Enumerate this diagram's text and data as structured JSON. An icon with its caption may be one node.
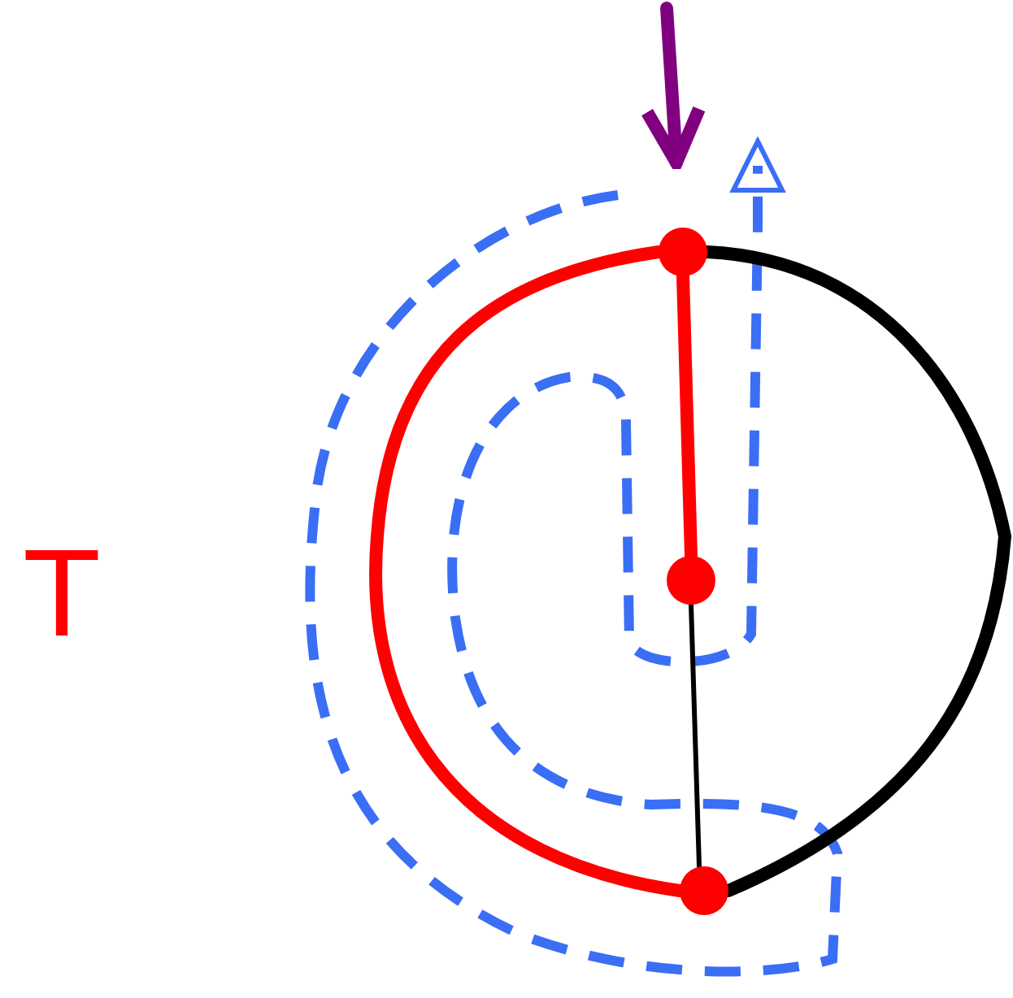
{
  "diagram": {
    "nodes": [
      {
        "text": [],
        "shape": "circle"
      },
      {
        "text": [],
        "shape": "circle"
      },
      {
        "text": [],
        "shape": "circle"
      }
    ],
    "edges": [
      {
        "from": 0,
        "to": 1,
        "arrow": "none",
        "color": "#ff0000"
      },
      {
        "from": 1,
        "to": 2,
        "arrow": "none",
        "color": "#000000"
      },
      {
        "from": 0,
        "to": 2,
        "arrow": "none",
        "color": "#ff0000"
      },
      {
        "from": 0,
        "to": 2,
        "arrow": "none",
        "color": "#000000"
      },
      {
        "from": null,
        "to": 0,
        "arrow": "to",
        "color": "#800080"
      }
    ],
    "labels": [
      "T"
    ]
  }
}
